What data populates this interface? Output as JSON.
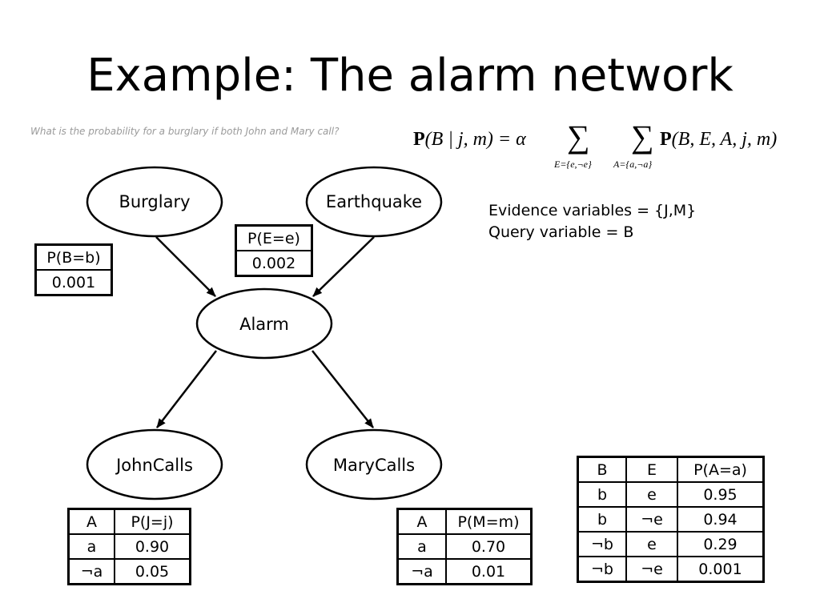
{
  "title": "Example: The alarm network",
  "question": "What is the probability for a burglary if both John and Mary call?",
  "formula": {
    "lhs_bold": "P",
    "lhs_rest": "(B | j, m) = α",
    "sum_symbol": "∑",
    "sum1_sub": "E={e,¬e}",
    "sum2_sub": "A={a,¬a}",
    "rhs_bold": "P",
    "rhs_rest": "(B, E, A, j, m)"
  },
  "evidence_text": "Evidence variables = {J,M}",
  "query_text": "Query variable = B",
  "nodes": {
    "burglary": "Burglary",
    "earthquake": "Earthquake",
    "alarm": "Alarm",
    "johncalls": "JohnCalls",
    "marycalls": "MaryCalls"
  },
  "cpt_b": {
    "header": "P(B=b)",
    "value": "0.001"
  },
  "cpt_e": {
    "header": "P(E=e)",
    "value": "0.002"
  },
  "cpt_j": {
    "headers": [
      "A",
      "P(J=j)"
    ],
    "rows": [
      [
        "a",
        "0.90"
      ],
      [
        "¬a",
        "0.05"
      ]
    ]
  },
  "cpt_m": {
    "headers": [
      "A",
      "P(M=m)"
    ],
    "rows": [
      [
        "a",
        "0.70"
      ],
      [
        "¬a",
        "0.01"
      ]
    ]
  },
  "cpt_a": {
    "headers": [
      "B",
      "E",
      "P(A=a)"
    ],
    "rows": [
      [
        "b",
        "e",
        "0.95"
      ],
      [
        "b",
        "¬e",
        "0.94"
      ],
      [
        "¬b",
        "e",
        "0.29"
      ],
      [
        "¬b",
        "¬e",
        "0.001"
      ]
    ]
  }
}
